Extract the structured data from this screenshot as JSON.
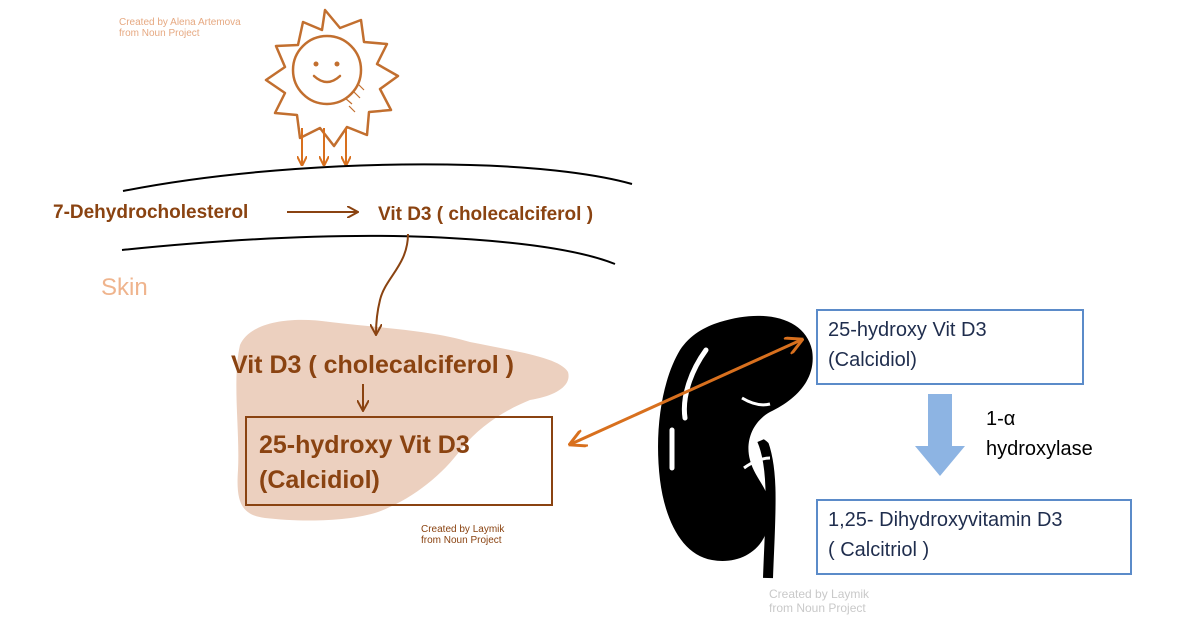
{
  "credits": {
    "sun_line1": "Created by Alena Artemova",
    "sun_line2": "from Noun Project",
    "liver_line1": "Created by Laymik",
    "liver_line2": "from Noun Project",
    "kidney_line1": "Created by Laymik",
    "kidney_line2": "from Noun Project"
  },
  "skin": {
    "precursor": "7-Dehydrocholesterol",
    "product": "Vit D3 ( cholecalciferol )",
    "label": "Skin"
  },
  "liver": {
    "input": "Vit D3 ( cholecalciferol )",
    "output_line1": "25-hydroxy Vit D3",
    "output_line2": "(Calcidiol)"
  },
  "kidney": {
    "input_line1": "25-hydroxy Vit D3",
    "input_line2": "(Calcidiol)",
    "enzyme_line1": "1-α",
    "enzyme_line2": "hydroxylase",
    "output_line1": "1,25- Dihydroxyvitamin D3",
    "output_line2": "( Calcitriol )"
  },
  "colors": {
    "brown_text": "#8a4311",
    "orange_arrow": "#d8701e",
    "sun_outline": "#c26f2f",
    "liver_fill": "#ecd0bf",
    "skin_label": "#efb48d",
    "blue_box": "#5b8bc9",
    "blue_arrow": "#8db4e3",
    "kidney_fill": "#000000"
  }
}
